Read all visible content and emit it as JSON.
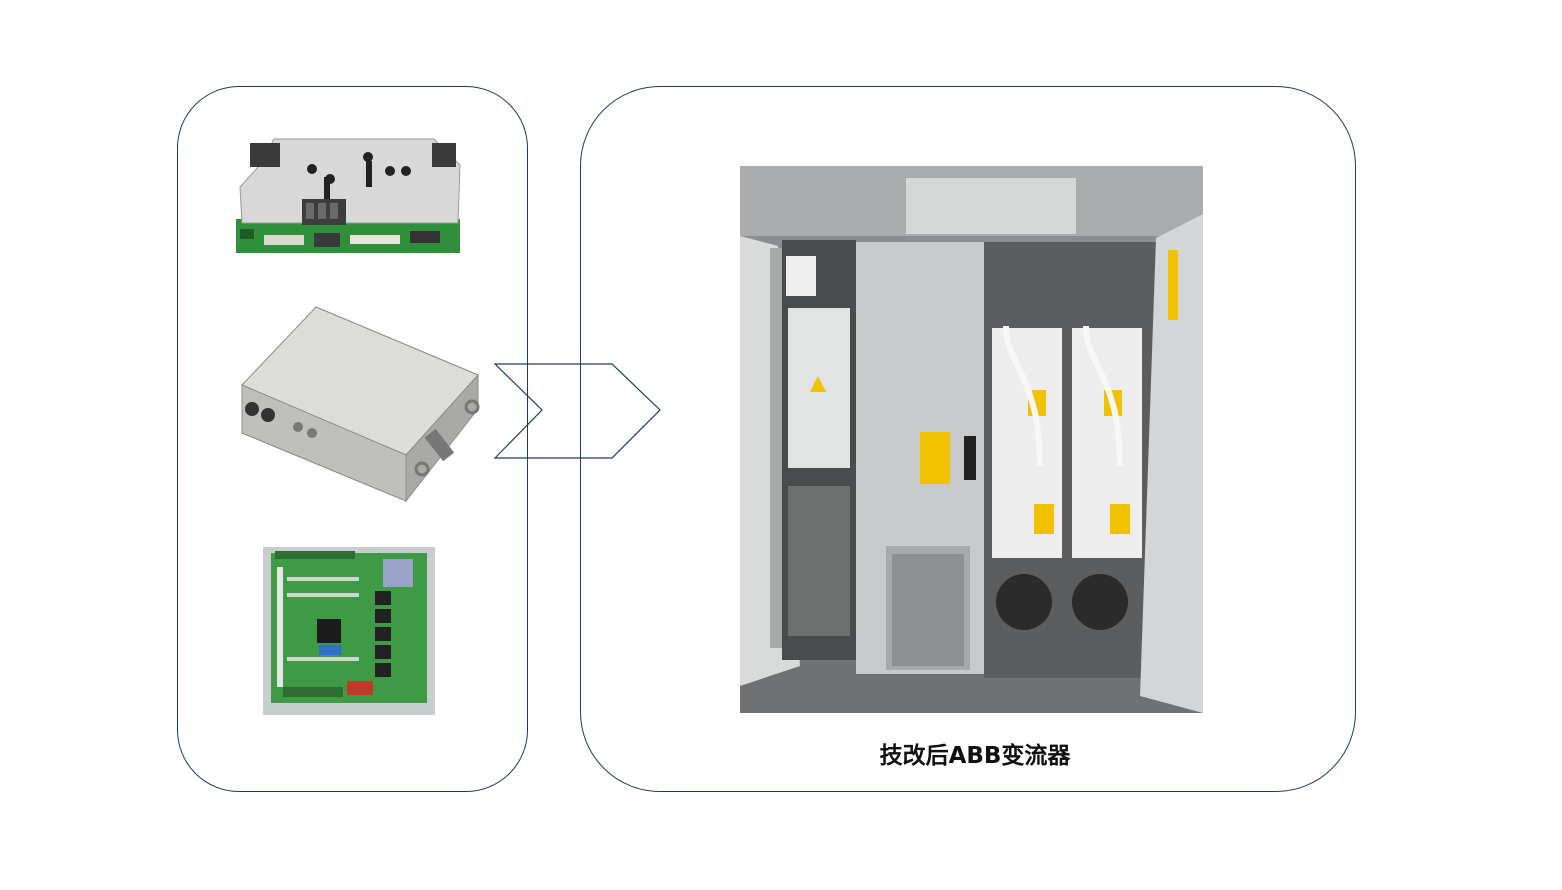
{
  "caption": "技改后ABB变流器",
  "colors": {
    "panel_border": "#1f3b5e",
    "arrow_stroke": "#1f3b5e",
    "pcb_green": "#2f8f3a",
    "cabinet_gray": "#c9c9c6"
  },
  "images": {
    "left": [
      "pcb-board-with-metal-cover",
      "gray-enclosure-box",
      "green-circuit-board"
    ],
    "right": "abb-converter-cabinet-photo"
  }
}
